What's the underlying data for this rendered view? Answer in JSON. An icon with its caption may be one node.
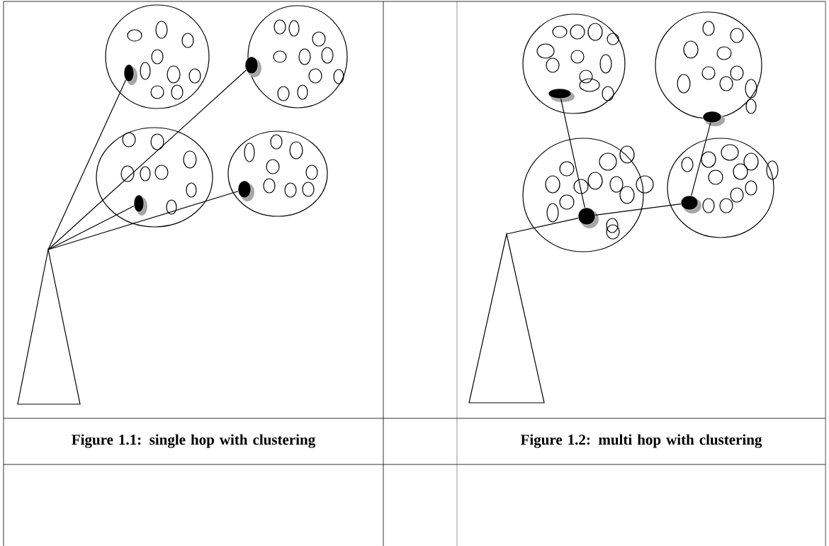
{
  "diagram": {
    "nodes": [
      {
        "text": [],
        "shape": "circle"
      },
      {
        "text": [],
        "shape": "dot",
        "in": 0
      },
      {
        "text": [],
        "shape": "circle"
      },
      {
        "text": [],
        "shape": "dot",
        "in": 2
      },
      {
        "text": [],
        "shape": "circle"
      },
      {
        "text": [],
        "shape": "dot",
        "in": 4
      },
      {
        "text": [],
        "shape": "circle"
      },
      {
        "text": [],
        "shape": "dot",
        "in": 6
      },
      {
        "text": [],
        "shape": "triangle"
      },
      {
        "text": [],
        "shape": "circle"
      },
      {
        "text": [],
        "shape": "dot",
        "in": 9
      },
      {
        "text": [],
        "shape": "circle"
      },
      {
        "text": [],
        "shape": "dot",
        "in": 11
      },
      {
        "text": [],
        "shape": "circle"
      },
      {
        "text": [],
        "shape": "dot",
        "in": 13
      },
      {
        "text": [],
        "shape": "circle"
      },
      {
        "text": [],
        "shape": "dot",
        "in": 15
      },
      {
        "text": [],
        "shape": "triangle"
      }
    ],
    "edges": [
      {
        "from": 8,
        "to": 1,
        "arrow": "none"
      },
      {
        "from": 8,
        "to": 3,
        "arrow": "none"
      },
      {
        "from": 8,
        "to": 5,
        "arrow": "none"
      },
      {
        "from": 8,
        "to": 7,
        "arrow": "none"
      },
      {
        "from": 10,
        "to": 14,
        "arrow": "none"
      },
      {
        "from": 12,
        "to": 16,
        "arrow": "none"
      },
      {
        "from": 16,
        "to": 14,
        "arrow": "none"
      },
      {
        "from": 14,
        "to": 17,
        "arrow": "none"
      }
    ],
    "labels": [
      "Figure 1.1: single hop with clustering",
      "Figure 1.2: multi hop with clustering"
    ]
  }
}
